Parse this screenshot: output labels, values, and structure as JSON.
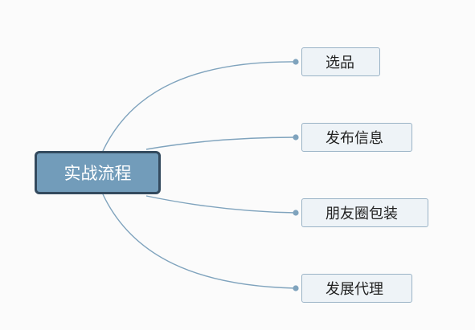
{
  "mindmap": {
    "central_topic": "实战流程",
    "branches": [
      {
        "label": "选品"
      },
      {
        "label": "发布信息"
      },
      {
        "label": "朋友圈包装"
      },
      {
        "label": "发展代理"
      }
    ]
  },
  "colors": {
    "central_fill": "#729cba",
    "central_border": "#334a5e",
    "node_fill": "#eef3f7",
    "node_border": "#9ab3c6",
    "connector": "#7fa3bd"
  }
}
